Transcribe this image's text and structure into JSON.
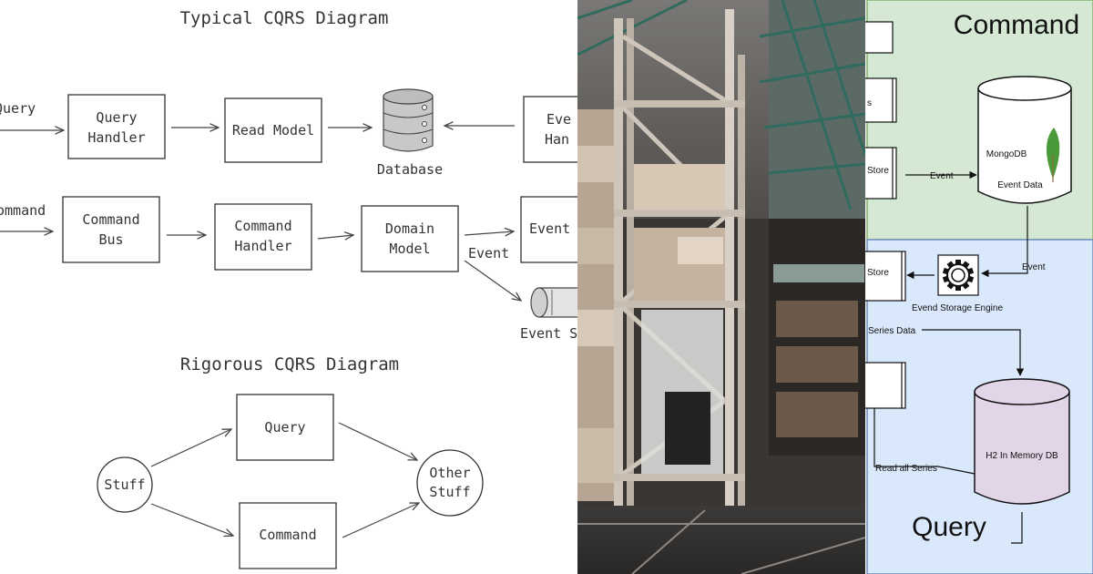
{
  "typical": {
    "title": "Typical CQRS Diagram",
    "query_label": "Query",
    "command_label": "ommand",
    "query_handler": [
      "Query",
      "Handler"
    ],
    "read_model": "Read Model",
    "database": "Database",
    "event_handler": [
      "Eve",
      "Han"
    ],
    "command_bus": [
      "Command",
      "Bus"
    ],
    "command_handler": [
      "Command",
      "Handler"
    ],
    "domain_model": [
      "Domain",
      "Model"
    ],
    "event_box": "Event",
    "event_label": "Event",
    "event_store": "Event S"
  },
  "rigorous": {
    "title": "Rigorous CQRS Diagram",
    "stuff": "Stuff",
    "query": "Query",
    "command": "Command",
    "other_stuff": [
      "Other",
      "Stuff"
    ]
  },
  "photo": {
    "subject": "warehouse-pallet-racking"
  },
  "architecture": {
    "command_title": "Command",
    "query_title": "Query",
    "mongodb": "MongoDB",
    "event_data": "Event Data",
    "store_1": "Store",
    "event_1": "Event",
    "event_2": "Event",
    "store_2": "Store",
    "engine": "Evend Storage Engine",
    "series_data": "Series Data",
    "h2_db": "H2 In Memory DB",
    "read_all": "Read all Series",
    "s_fragment": "s",
    "colors": {
      "command_bg": "#d5e8d4",
      "command_border": "#82b366",
      "query_bg": "#dae8fc",
      "query_border": "#6c8ebf",
      "db_fill": "#e1d5e7",
      "mongo_leaf": "#4a9a3a"
    }
  }
}
